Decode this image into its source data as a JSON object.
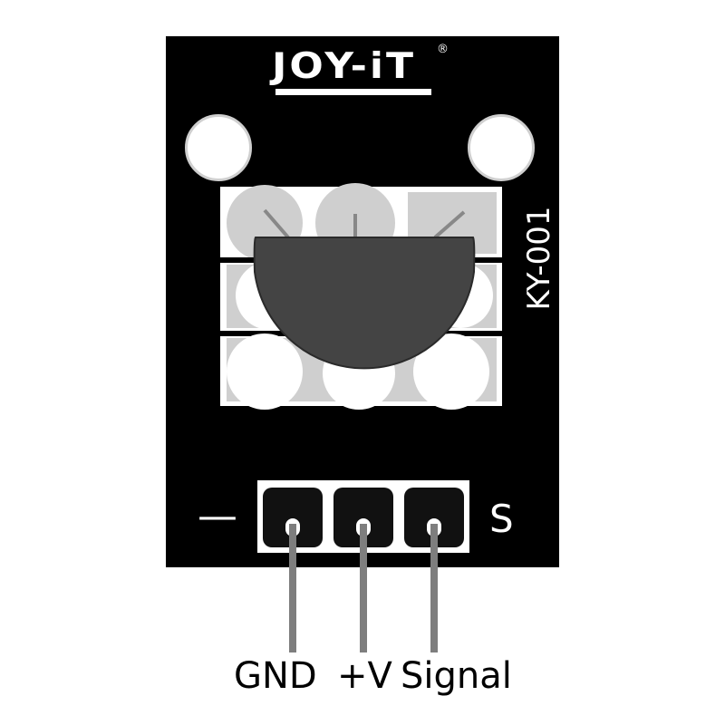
{
  "logo": {
    "text": "JOY-iT",
    "registered": "®"
  },
  "board": {
    "model": "KY-001",
    "minus_sign": "—",
    "signal_mark": "S"
  },
  "pins": [
    {
      "label": "GND"
    },
    {
      "label": "+V"
    },
    {
      "label": "Signal"
    }
  ],
  "colors": {
    "board": "#000000",
    "pad": "#cfcfcf",
    "component": "#444444",
    "lead": "#7e7e7e"
  }
}
